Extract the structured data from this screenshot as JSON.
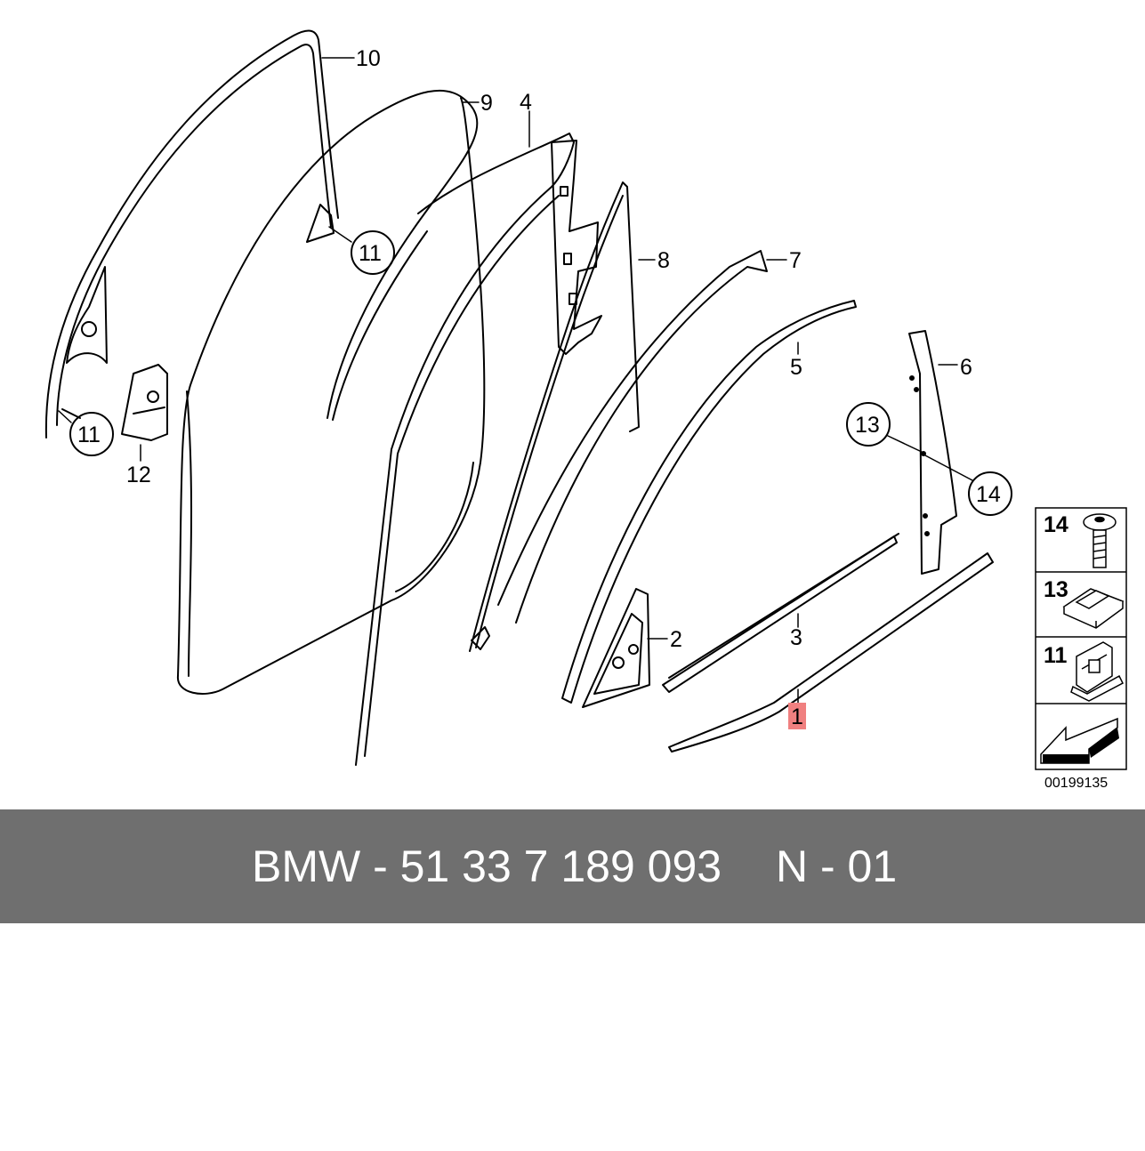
{
  "callouts": {
    "c1": "1",
    "c2": "2",
    "c3": "3",
    "c4": "4",
    "c5": "5",
    "c6": "6",
    "c7": "7",
    "c8": "8",
    "c9": "9",
    "c10": "10",
    "c11a": "11",
    "c11b": "11",
    "c12": "12",
    "c13": "13",
    "c14": "14"
  },
  "legend": {
    "items": [
      {
        "number": "14",
        "icon": "screw-icon"
      },
      {
        "number": "13",
        "icon": "clip-nut-icon"
      },
      {
        "number": "11",
        "icon": "bracket-clip-icon"
      },
      {
        "number": "",
        "icon": "direction-arrow-icon"
      }
    ]
  },
  "diagram_code": "00199135",
  "highlight_color": "#f08080",
  "footer": {
    "part_number": "BMW - 51 33 7 189 093",
    "revision": "N - 01"
  }
}
